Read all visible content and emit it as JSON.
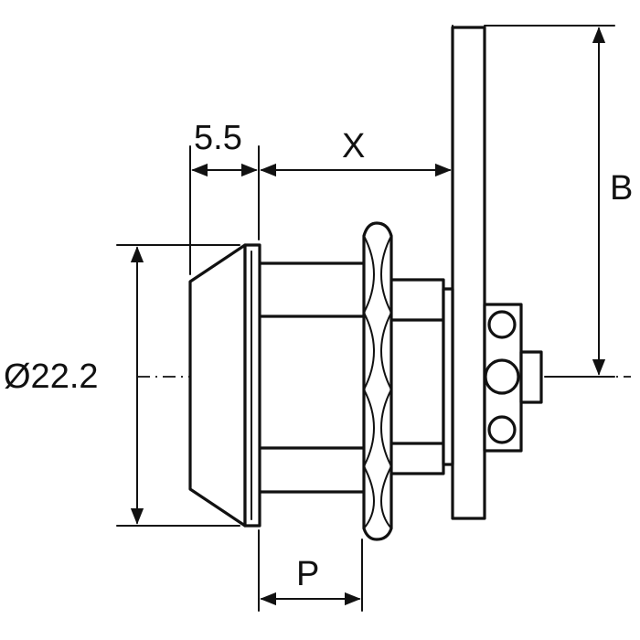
{
  "dimensions": {
    "flange_thickness": "5.5",
    "body_length": "X",
    "panel_offset": "B",
    "diameter": "Ø22.2",
    "thread_length": "P"
  }
}
